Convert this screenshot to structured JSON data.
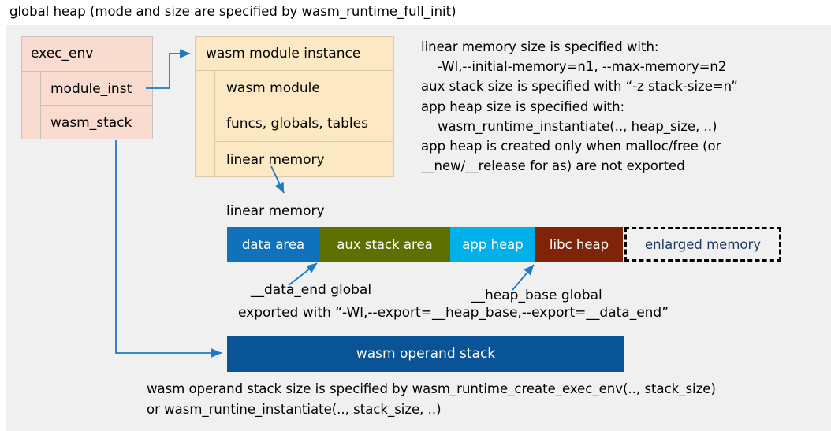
{
  "title": "global heap (mode and size are specified by wasm_runtime_full_init)",
  "exec_env": {
    "header": "exec_env",
    "rows": [
      {
        "label": "module_inst"
      },
      {
        "label": "wasm_stack"
      }
    ]
  },
  "module_instance": {
    "header": "wasm module instance",
    "rows": [
      {
        "label": "wasm module"
      },
      {
        "label": "funcs, globals, tables"
      },
      {
        "label": "linear memory"
      }
    ]
  },
  "info_text": "linear memory size is specified with:\n    -Wl,--initial-memory=n1, --max-memory=n2\naux stack size is specified with “-z stack-size=n”\napp heap size is specified with:\n    wasm_runtime_instantiate(.., heap_size, ..)\napp heap is created only when malloc/free (or\n__new/__release for as) are not exported",
  "linear_memory": {
    "label": "linear memory",
    "segments": [
      {
        "label": "data area",
        "color": "#1072ba",
        "text_color": "#ffffff"
      },
      {
        "label": "aux stack area",
        "color": "#5f7002",
        "text_color": "#ffffff"
      },
      {
        "label": "app heap",
        "color": "#00b0e8",
        "text_color": "#ffffff"
      },
      {
        "label": "libc heap",
        "color": "#7f2309",
        "text_color": "#ffffff"
      },
      {
        "label": "enlarged memory",
        "color": "#f0f0f0",
        "text_color": "#1f3864"
      }
    ]
  },
  "annotations": {
    "data_end": "__data_end global",
    "heap_base": "__heap_base global",
    "exported": "exported with “-Wl,--export=__heap_base,--export=__data_end”"
  },
  "operand_stack": {
    "label": "wasm operand stack",
    "color": "#085497",
    "note": "wasm operand stack size is specified by wasm_runtime_create_exec_env(.., stack_size)\nor wasm_runtine_instantiate(.., stack_size, ..)"
  },
  "colors": {
    "canvas": "#f0f0f0",
    "exec_env_fill": "#fadbd0",
    "module_instance_fill": "#fce8c3",
    "arrow": "#1f7ac4"
  }
}
